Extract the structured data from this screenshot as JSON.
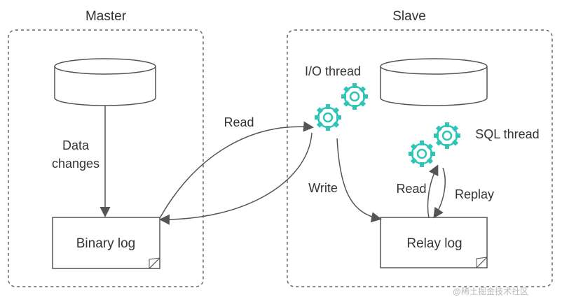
{
  "master": {
    "title": "Master",
    "data_changes_line1": "Data",
    "data_changes_line2": "changes",
    "binary_log": "Binary log"
  },
  "slave": {
    "title": "Slave",
    "io_thread": "I/O thread",
    "sql_thread": "SQL thread",
    "relay_log": "Relay log",
    "write": "Write",
    "read": "Read",
    "replay": "Replay"
  },
  "link": {
    "read": "Read"
  },
  "colors": {
    "accent": "#2ec4b6",
    "line": "#555555",
    "dashed_border": "#666666"
  },
  "watermark": "@稀土掘金技术社区"
}
